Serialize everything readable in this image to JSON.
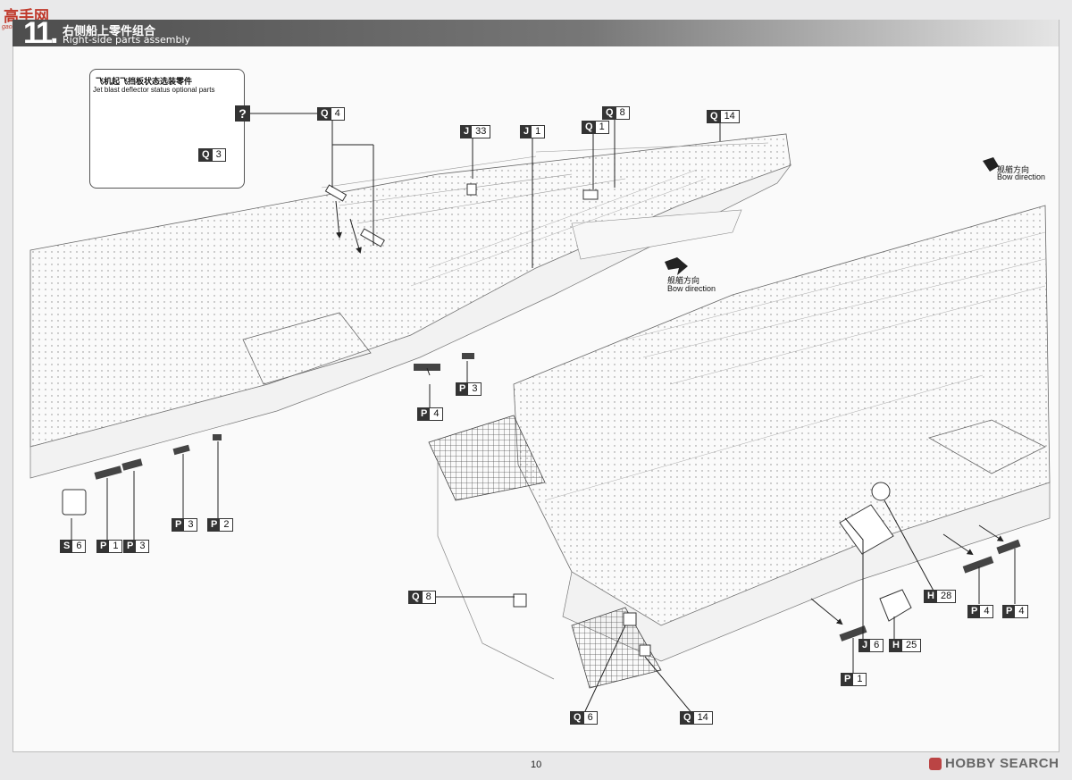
{
  "site_logo": {
    "text": "高手网",
    "url_text": "gaoshou.net",
    "lettering": "高手网"
  },
  "step": {
    "number": "11.",
    "title_cn": "右侧船上零件组合",
    "title_en": "Right-side parts assembly"
  },
  "optional_box": {
    "title_cn": "飞机起飞挡板状态选装零件",
    "title_en": "Jet blast deflector status optional parts",
    "marker": "?"
  },
  "bow_labels": [
    {
      "cn": "舰艏方向",
      "en": "Bow direction"
    },
    {
      "cn": "舰艏方向",
      "en": "Bow direction"
    }
  ],
  "parts": [
    {
      "letter": "Q",
      "num": "4"
    },
    {
      "letter": "Q",
      "num": "3"
    },
    {
      "letter": "J",
      "num": "33"
    },
    {
      "letter": "J",
      "num": "1"
    },
    {
      "letter": "Q",
      "num": "8"
    },
    {
      "letter": "Q",
      "num": "1"
    },
    {
      "letter": "Q",
      "num": "14"
    },
    {
      "letter": "P",
      "num": "3"
    },
    {
      "letter": "P",
      "num": "4"
    },
    {
      "letter": "S",
      "num": "6"
    },
    {
      "letter": "P",
      "num": "1"
    },
    {
      "letter": "P",
      "num": "3"
    },
    {
      "letter": "P",
      "num": "3"
    },
    {
      "letter": "P",
      "num": "2"
    },
    {
      "letter": "Q",
      "num": "8"
    },
    {
      "letter": "Q",
      "num": "6"
    },
    {
      "letter": "Q",
      "num": "14"
    },
    {
      "letter": "J",
      "num": "6"
    },
    {
      "letter": "H",
      "num": "25"
    },
    {
      "letter": "H",
      "num": "28"
    },
    {
      "letter": "P",
      "num": "4"
    },
    {
      "letter": "P",
      "num": "4"
    },
    {
      "letter": "P",
      "num": "1"
    }
  ],
  "page_number": "10",
  "watermark": {
    "text": "HOBBY SEARCH"
  }
}
